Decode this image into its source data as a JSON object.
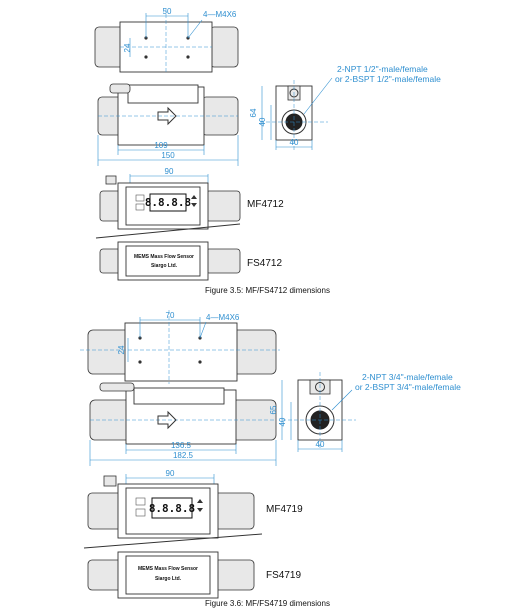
{
  "fig1": {
    "top_width_dim": "50",
    "top_height_dim": "24",
    "holes_callout": "4—M4X6",
    "length_inner_dim": "109",
    "length_outer_dim": "150",
    "end_height_dim": "64",
    "end_inner_dim": "40",
    "end_width_dim": "40",
    "port_callout_line1": "2-NPT 1/2\"-male/female",
    "port_callout_line2": "or 2-BSPT 1/2\"-male/female",
    "display_width_dim": "90",
    "display_digits": "8.8.8.8",
    "mf_label": "MF4712",
    "fs_label": "FS4712",
    "plate_line1": "MEMS Mass Flow Sensor",
    "plate_line2": "Siargo Ltd.",
    "caption": "Figure 3.5: MF/FS4712 dimensions"
  },
  "fig2": {
    "top_width_dim": "70",
    "top_height_dim": "24",
    "holes_callout": "4—M4X6",
    "length_inner_dim": "136.5",
    "length_outer_dim": "182.5",
    "end_height_dim": "65",
    "end_inner_dim": "40",
    "end_width_dim": "40",
    "port_callout_line1": "2-NPT 3/4\"-male/female",
    "port_callout_line2": "or 2-BSPT 3/4\"-male/female",
    "display_width_dim": "90",
    "display_digits": "8.8.8.8",
    "mf_label": "MF4719",
    "fs_label": "FS4719",
    "plate_line1": "MEMS Mass Flow Sensor",
    "plate_line2": "Siargo Ltd.",
    "caption": "Figure 3.6: MF/FS4719 dimensions"
  },
  "icons": [
    "flow-arrow-icon",
    "up-button-icon",
    "down-button-icon"
  ]
}
